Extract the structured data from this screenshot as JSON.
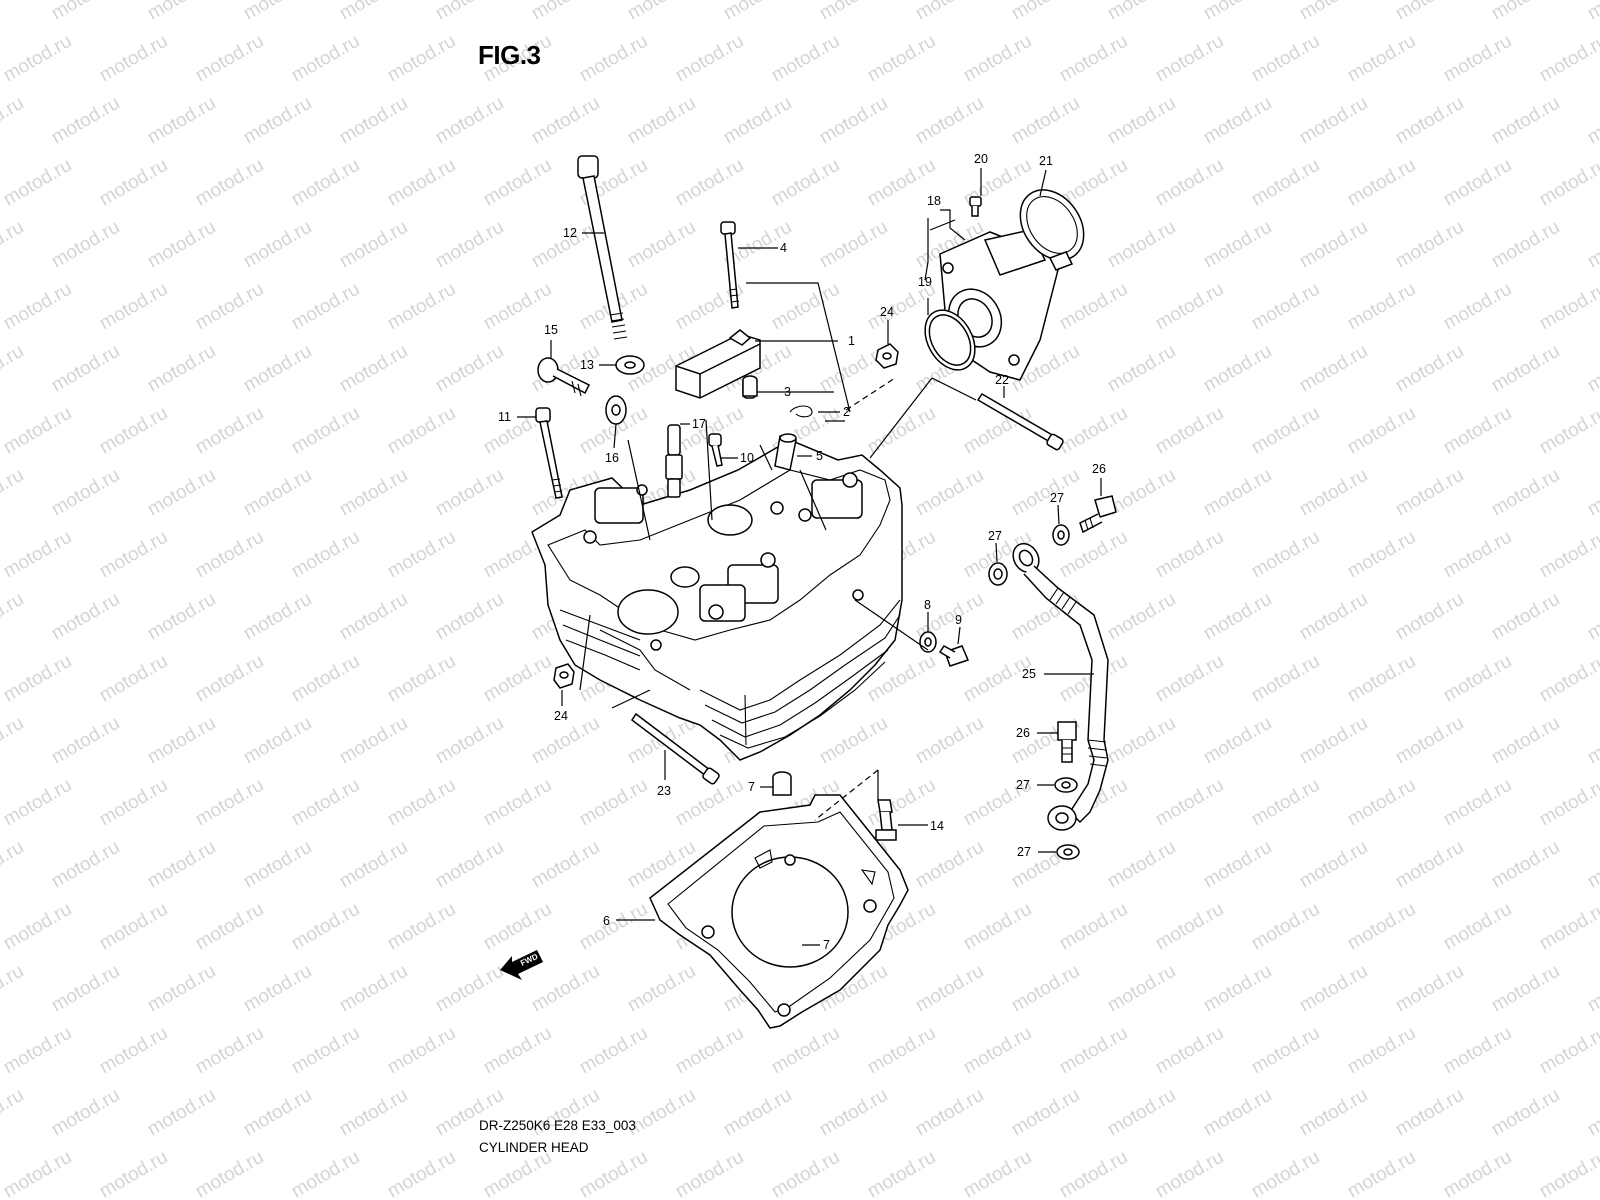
{
  "figure": {
    "title": "FIG.3",
    "code": "DR-Z250K6 E28 E33_003",
    "name": "CYLINDER HEAD",
    "watermark_text": "motod.ru",
    "direction_badge": "FWD"
  },
  "callouts": [
    {
      "id": "c1",
      "label": "1"
    },
    {
      "id": "c2",
      "label": "2"
    },
    {
      "id": "c3",
      "label": "3"
    },
    {
      "id": "c4",
      "label": "4"
    },
    {
      "id": "c5",
      "label": "5"
    },
    {
      "id": "c6",
      "label": "6"
    },
    {
      "id": "c7a",
      "label": "7"
    },
    {
      "id": "c7b",
      "label": "7"
    },
    {
      "id": "c8",
      "label": "8"
    },
    {
      "id": "c9",
      "label": "9"
    },
    {
      "id": "c10",
      "label": "10"
    },
    {
      "id": "c11",
      "label": "11"
    },
    {
      "id": "c12",
      "label": "12"
    },
    {
      "id": "c13",
      "label": "13"
    },
    {
      "id": "c14",
      "label": "14"
    },
    {
      "id": "c15",
      "label": "15"
    },
    {
      "id": "c16",
      "label": "16"
    },
    {
      "id": "c17",
      "label": "17"
    },
    {
      "id": "c18",
      "label": "18"
    },
    {
      "id": "c19",
      "label": "19"
    },
    {
      "id": "c20",
      "label": "20"
    },
    {
      "id": "c21",
      "label": "21"
    },
    {
      "id": "c22",
      "label": "22"
    },
    {
      "id": "c23",
      "label": "23"
    },
    {
      "id": "c24a",
      "label": "24"
    },
    {
      "id": "c24b",
      "label": "24"
    },
    {
      "id": "c25",
      "label": "25"
    },
    {
      "id": "c26a",
      "label": "26"
    },
    {
      "id": "c26b",
      "label": "26"
    },
    {
      "id": "c27a",
      "label": "27"
    },
    {
      "id": "c27b",
      "label": "27"
    },
    {
      "id": "c27c",
      "label": "27"
    },
    {
      "id": "c27d",
      "label": "27"
    }
  ]
}
